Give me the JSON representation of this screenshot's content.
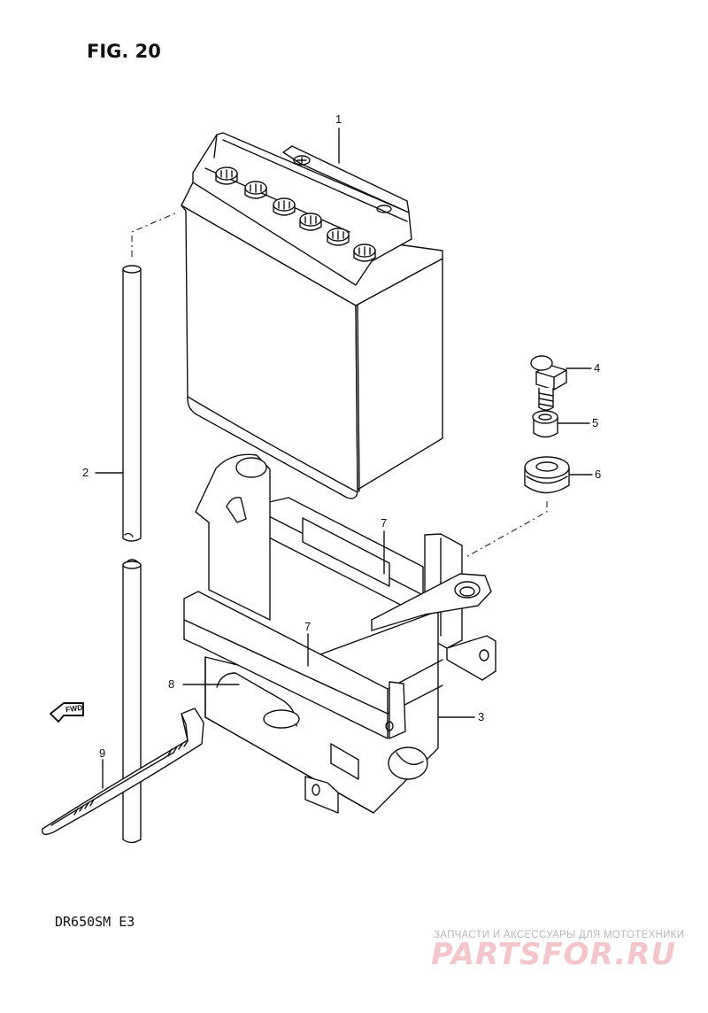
{
  "figure": {
    "title": "FIG. 20"
  },
  "model": {
    "label": "DR650SM  E3"
  },
  "callouts": {
    "c1": "1",
    "c2": "2",
    "c3": "3",
    "c4": "4",
    "c5": "5",
    "c6": "6",
    "c7a": "7",
    "c7b": "7",
    "c8": "8",
    "c9": "9"
  },
  "direction_badge": {
    "label": "FWD"
  },
  "watermark": {
    "caption": "ЗАПЧАСТИ И АКСЕССУАРЫ ДЛЯ МОТОТЕХНИКИ",
    "logo": "PARTSFOR.RU",
    "colors": {
      "caption": "#b9b9b9",
      "logo": "#f4c6cc"
    }
  }
}
